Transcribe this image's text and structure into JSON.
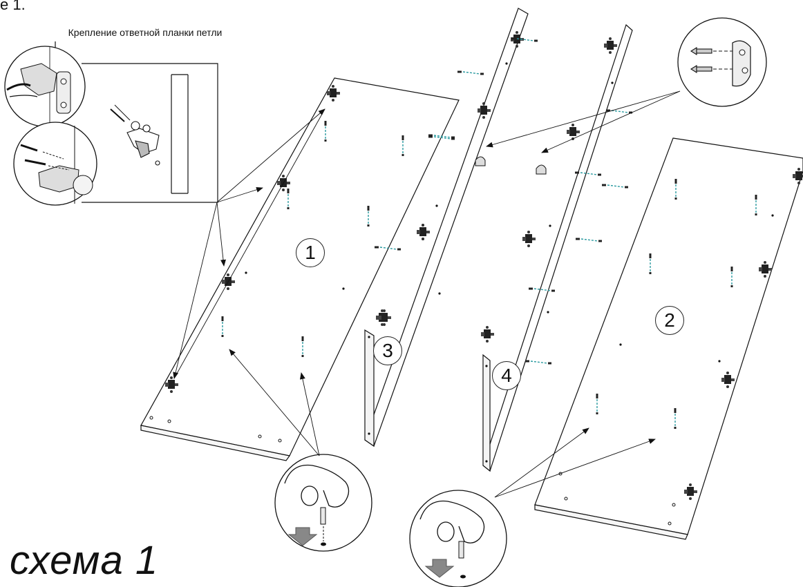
{
  "header": {
    "corner_text": "е 1.",
    "hinge_caption": "Крепление ответной планки петли"
  },
  "labels": {
    "panel_1": "1",
    "panel_2": "2",
    "panel_3": "3",
    "panel_4": "4"
  },
  "footer": {
    "scheme_title": "схема 1"
  },
  "icons": [
    "hinge-mounting-detail-icon",
    "hinge-plate-screw-icon",
    "shelf-support-bracket-icon",
    "dowel-insertion-hand-icon",
    "push-down-arrow-icon",
    "hinge-cup-icon",
    "dowel-icon"
  ],
  "colors": {
    "line": "#111111",
    "dowel_dash": "#2a9aa0",
    "arrow": "#7a7a7a"
  }
}
